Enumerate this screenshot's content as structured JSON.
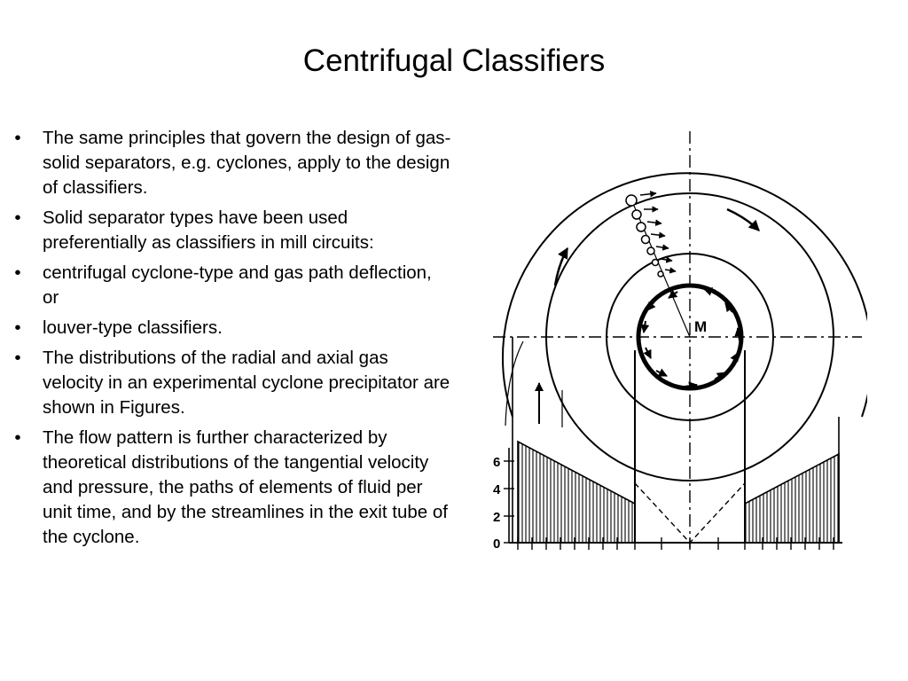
{
  "slide": {
    "title": "Centrifugal Classifiers",
    "bullet_symbol": "•",
    "bullets": [
      "The same principles that govern the design of gas-solid separators, e.g. cyclones, apply to the design of classifiers.",
      "Solid separator types have been used preferentially as classifiers in mill circuits:",
      "centrifugal cyclone-type and gas path deflection, or",
      "louver-type classifiers.",
      "The distributions of the radial and axial gas velocity in an experimental cyclone precipitator are shown in Figures.",
      "The flow pattern is further characterized by theoretical distributions of the tangential velocity and pressure, the paths of elements of fluid per unit time, and by the streamlines in the exit tube of the cyclone."
    ]
  },
  "figure": {
    "center_label": "M",
    "axis_ticks": [
      "6",
      "4",
      "2",
      "0"
    ]
  }
}
